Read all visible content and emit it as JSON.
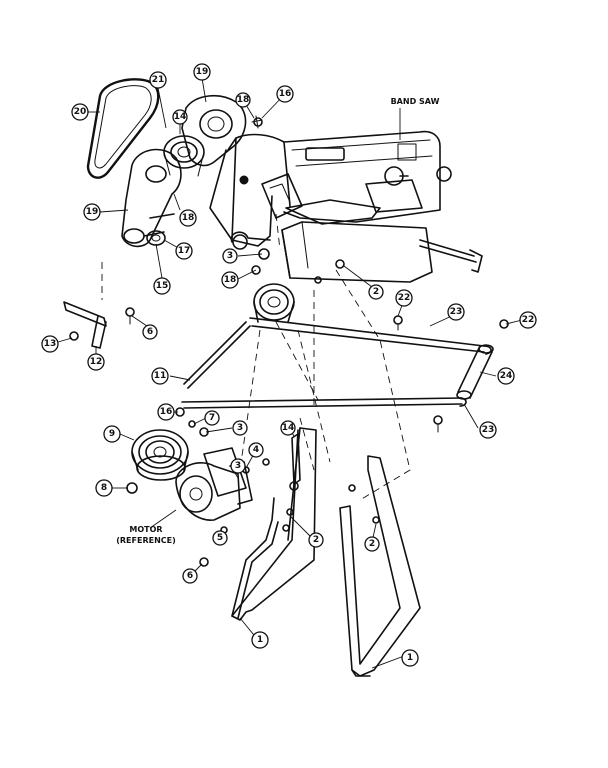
{
  "labels": {
    "band_saw": "BAND SAW",
    "motor_line1": "MOTOR",
    "motor_line2": "(REFERENCE)"
  },
  "callouts": [
    {
      "num": "20"
    },
    {
      "num": "21"
    },
    {
      "num": "19"
    },
    {
      "num": "14"
    },
    {
      "num": "18"
    },
    {
      "num": "16"
    },
    {
      "num": "19"
    },
    {
      "num": "18"
    },
    {
      "num": "17"
    },
    {
      "num": "15"
    },
    {
      "num": "3"
    },
    {
      "num": "18"
    },
    {
      "num": "2"
    },
    {
      "num": "6"
    },
    {
      "num": "13"
    },
    {
      "num": "12"
    },
    {
      "num": "22"
    },
    {
      "num": "23"
    },
    {
      "num": "22"
    },
    {
      "num": "11"
    },
    {
      "num": "24"
    },
    {
      "num": "16"
    },
    {
      "num": "7"
    },
    {
      "num": "3"
    },
    {
      "num": "23"
    },
    {
      "num": "9"
    },
    {
      "num": "14"
    },
    {
      "num": "4"
    },
    {
      "num": "3"
    },
    {
      "num": "8"
    },
    {
      "num": "2"
    },
    {
      "num": "2"
    },
    {
      "num": "5"
    },
    {
      "num": "6"
    },
    {
      "num": "1"
    },
    {
      "num": "1"
    }
  ]
}
